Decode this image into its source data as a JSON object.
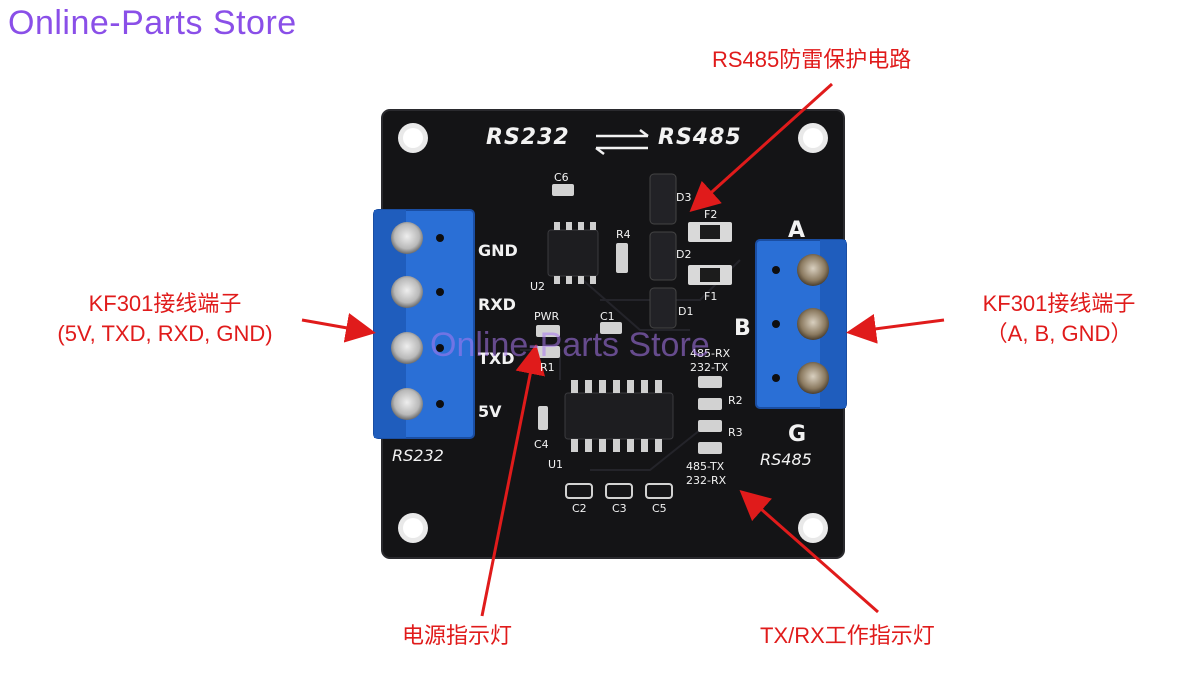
{
  "header": {
    "store_title": "Online-Parts Store"
  },
  "watermark": "Online-Parts Store",
  "callouts": {
    "top": "RS485防雷保护电路",
    "left_title": "KF301接线端子",
    "left_sub": "(5V, TXD, RXD, GND)",
    "right_title": "KF301接线端子",
    "right_sub": "（A, B, GND）",
    "bottom_left": "电源指示灯",
    "bottom_right": "TX/RX工作指示灯"
  },
  "board": {
    "title_left": "RS232",
    "title_right": "RS485",
    "left_terminal_name": "RS232",
    "right_terminal_name": "RS485",
    "left_pins": [
      "GND",
      "RXD",
      "TXD",
      "5V"
    ],
    "right_pins": [
      "A",
      "B",
      "G"
    ],
    "silkscreen": {
      "c6": "C6",
      "d3": "D3",
      "f2": "F2",
      "r4": "R4",
      "d2": "D2",
      "f1": "F1",
      "u2": "U2",
      "d1": "D1",
      "pwr": "PWR",
      "c1": "C1",
      "r1": "R1",
      "rx485": "485-RX",
      "tx232": "232-TX",
      "r2": "R2",
      "r3": "R3",
      "c4": "C4",
      "u1": "U1",
      "tx485": "485-TX",
      "rx232": "232-RX",
      "c2": "C2",
      "c3": "C3",
      "c5": "C5"
    }
  },
  "colors": {
    "callout_red": "#e01b1b",
    "store_purple": "#8a4fe8",
    "pcb_black": "#141416",
    "terminal_blue": "#2a6fd6"
  }
}
